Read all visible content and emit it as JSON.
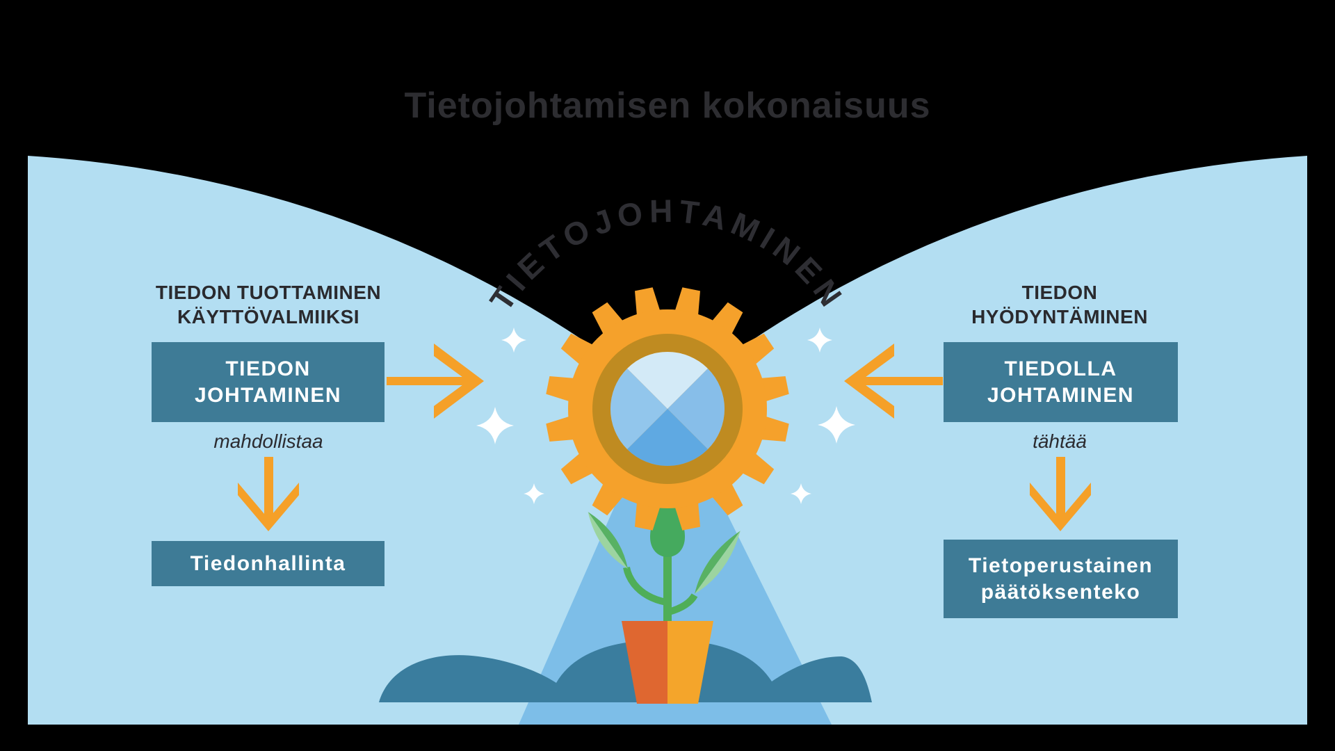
{
  "title": "Tietojohtamisen kokonaisuus",
  "gear": {
    "arc_label": "TIETOJOHTAMINEN"
  },
  "left_column": {
    "heading_line1": "TIEDON TUOTTAMINEN",
    "heading_line2": "KÄYTTÖVALMIIKSI",
    "top_box_line1": "TIEDON",
    "top_box_line2": "JOHTAMINEN",
    "connector_label": "mahdollistaa",
    "bottom_box": "Tiedonhallinta"
  },
  "right_column": {
    "heading_line1": "TIEDON",
    "heading_line2": "HYÖDYNTÄMINEN",
    "top_box_line1": "TIEDOLLA",
    "top_box_line2": "JOHTAMINEN",
    "connector_label": "tähtää",
    "bottom_box_line1": "Tietoperustainen",
    "bottom_box_line2": "päätöksenteko"
  },
  "colors": {
    "canvas_black": "#000000",
    "sky_light_blue": "#B3DEF2",
    "beam_blue": "#7DBEE8",
    "panel_teal": "#3E7B96",
    "mound_teal": "#3A7D9E",
    "accent_orange": "#F5A12B",
    "ring_gold": "#BF8B21",
    "lens_blue_top": "#D3EAF7",
    "lens_blue_left": "#92C6EC",
    "lens_blue_right": "#87BEE9",
    "lens_blue_bottom": "#5FA9E2",
    "pot_red": "#DF6730",
    "pot_orange": "#F4A52B",
    "plant_green": "#4BAD5B",
    "leaf_dark": "#58B163",
    "leaf_light": "#9CD4A0",
    "text_dark": "#2D2D31",
    "text_white": "#FFFFFF"
  }
}
